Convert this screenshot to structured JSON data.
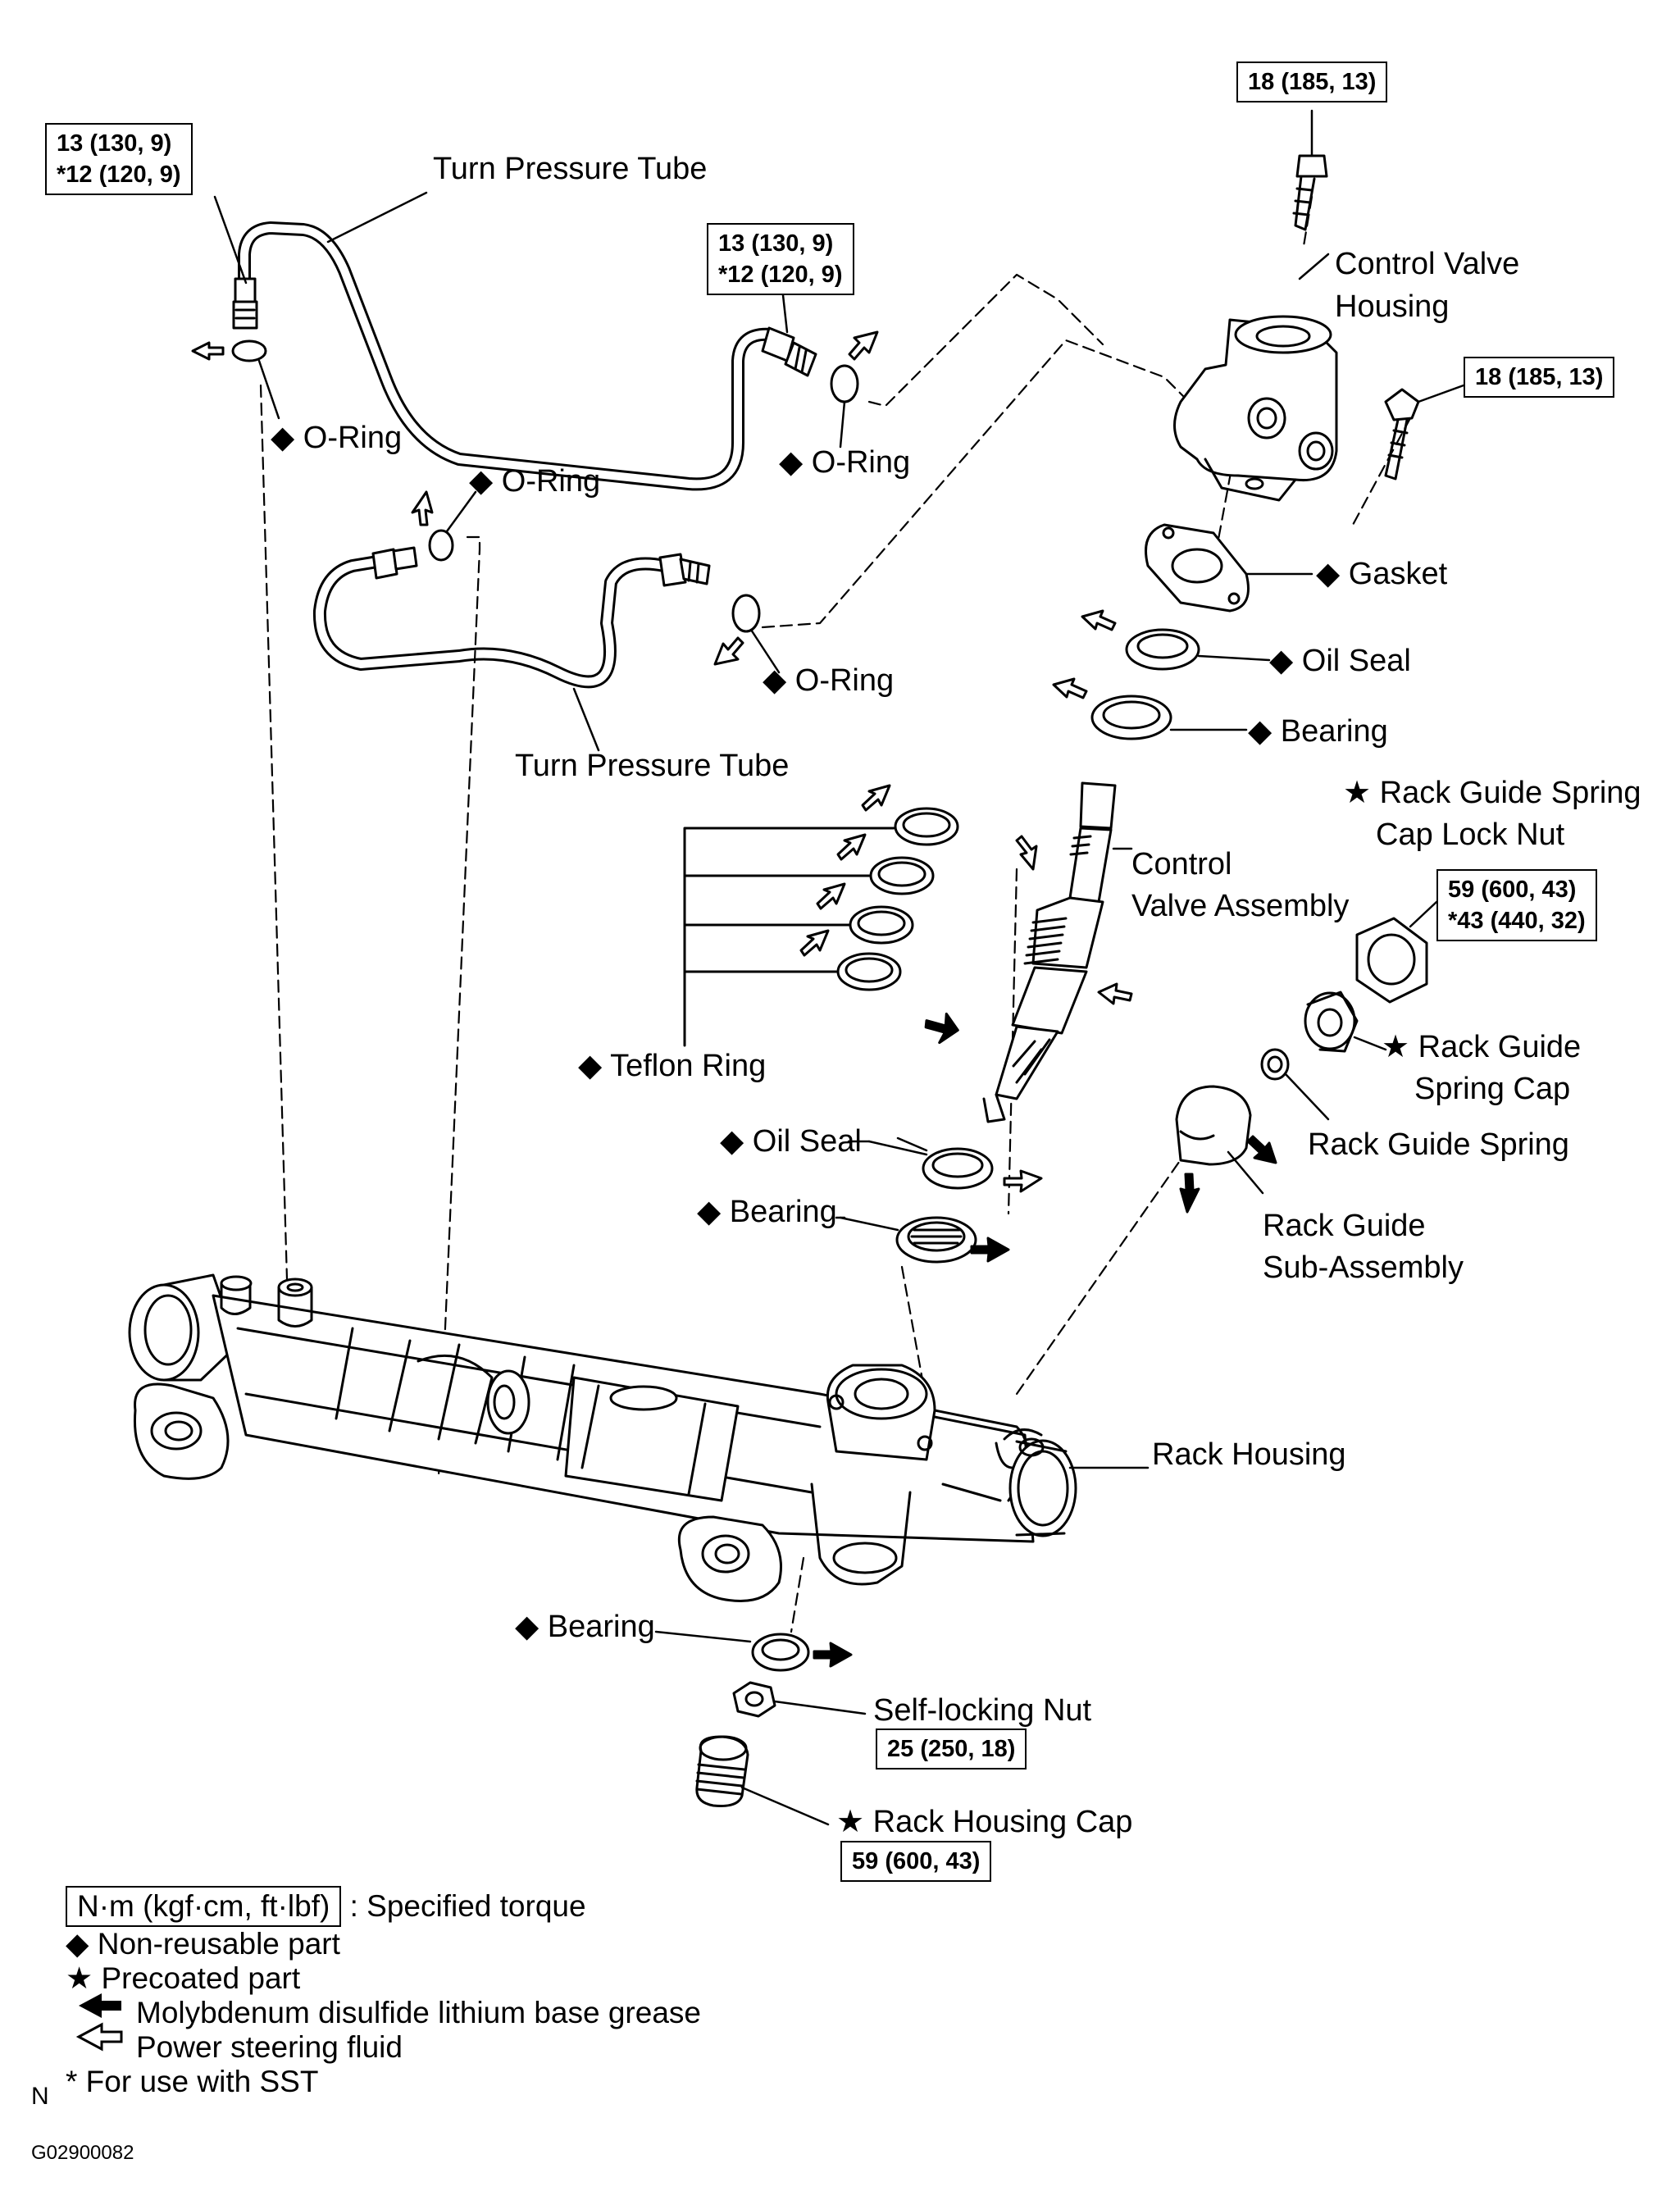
{
  "torque_boxes": {
    "tube_top_left": [
      "13 (130, 9)",
      "*12 (120, 9)"
    ],
    "tube_top_mid": [
      "13 (130, 9)",
      "*12 (120, 9)"
    ],
    "bolt_top": [
      "18 (185, 13)"
    ],
    "bolt_right": [
      "18 (185, 13)"
    ],
    "lock_nut": [
      "59 (600, 43)",
      "*43 (440, 32)"
    ],
    "self_locking_nut": [
      "25 (250, 18)"
    ],
    "housing_cap": [
      "59 (600, 43)"
    ]
  },
  "labels": {
    "turn_pressure_tube_upper": "Turn Pressure Tube",
    "turn_pressure_tube_lower": "Turn Pressure Tube",
    "control_valve_housing": [
      "Control Valve",
      "Housing"
    ],
    "o_ring_1": "◆ O-Ring",
    "o_ring_2": "◆ O-Ring",
    "o_ring_3": "◆ O-Ring",
    "o_ring_4": "◆ O-Ring",
    "gasket": "◆ Gasket",
    "oil_seal_upper": "◆ Oil Seal",
    "bearing_upper": "◆ Bearing",
    "lock_nut_label": [
      "★ Rack Guide Spring",
      "Cap Lock Nut"
    ],
    "control_valve_assembly": [
      "Control",
      "Valve Assembly"
    ],
    "teflon_ring": "◆ Teflon Ring",
    "rack_guide_spring_cap": [
      "★ Rack Guide",
      "Spring Cap"
    ],
    "rack_guide_spring": "Rack Guide Spring",
    "oil_seal_lower": "◆ Oil Seal",
    "bearing_mid": "◆ Bearing",
    "rack_guide_sub_assembly": [
      "Rack Guide",
      "Sub-Assembly"
    ],
    "rack_housing": "Rack Housing",
    "bearing_lower": "◆ Bearing",
    "self_locking_nut": "Self-locking  Nut",
    "rack_housing_cap": "★ Rack Housing Cap"
  },
  "legend": {
    "torque_key": "N·m (kgf·cm, ft·lbf)",
    "torque_desc": ": Specified torque",
    "non_reusable": "◆ Non-reusable  part",
    "precoated": "★ Precoated part",
    "moly_grease": "Molybdenum disulfide lithium base grease",
    "ps_fluid": "Power steering fluid",
    "sst": "* For use with SST"
  },
  "footer": {
    "letter": "N",
    "code": "G02900082"
  }
}
